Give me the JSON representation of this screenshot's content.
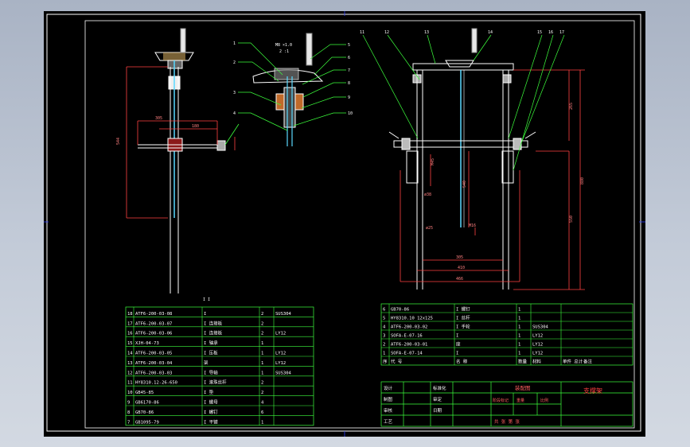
{
  "colors": {
    "frame": "#ffffff",
    "dim": "#ff3b3b",
    "leader": "#3cff3c",
    "table": "#3cff3c",
    "text": "#ffffff",
    "handle": "#ffff66",
    "part": "#ffffff",
    "shaft": "#5ad9ff"
  },
  "front_view": {
    "dims": [
      "305",
      "180",
      "544"
    ],
    "title_mark": "I I"
  },
  "detail_view": {
    "top_label": "M8 ×1.0",
    "sub_label": "2 :1",
    "callouts_left": [
      "1",
      "2",
      "3",
      "4"
    ],
    "callouts_right": [
      "5",
      "6",
      "7",
      "8",
      "9",
      "10"
    ]
  },
  "side_view": {
    "callouts": [
      "11",
      "12",
      "13",
      "14",
      "15",
      "16",
      "17"
    ],
    "dims": [
      "M45",
      "ø38",
      "ø25",
      "540",
      "305",
      "410",
      "466",
      "M16",
      "265",
      "880",
      "550"
    ]
  },
  "bom_left": {
    "rows": [
      {
        "no": "18",
        "code": "ATF6-200-03-08",
        "name": "I",
        "qty": "2",
        "mat": "SUS304"
      },
      {
        "no": "17",
        "code": "ATF6-200-03-07",
        "name": "I 连接板",
        "qty": "2",
        "mat": ""
      },
      {
        "no": "16",
        "code": "ATF6-200-03-06",
        "name": "I 连接板",
        "qty": "2",
        "mat": "LY12"
      },
      {
        "no": "15",
        "code": "XJH-04-73",
        "name": "I 轴承",
        "qty": "1",
        "mat": ""
      },
      {
        "no": "14",
        "code": "ATF6-200-03-05",
        "name": "I 压板",
        "qty": "1",
        "mat": "LY12"
      },
      {
        "no": "13",
        "code": "ATF6-200-03-04",
        "name": "架",
        "qty": "1",
        "mat": "LY12"
      },
      {
        "no": "12",
        "code": "ATF6-200-03-03",
        "name": "I 导轴",
        "qty": "1",
        "mat": "SUS304"
      },
      {
        "no": "11",
        "code": "HY8310.12-26-650",
        "name": "I 滚珠丝杆",
        "qty": "2",
        "mat": ""
      },
      {
        "no": "10",
        "code": "GB45-85",
        "name": "I 垫",
        "qty": "2",
        "mat": ""
      },
      {
        "no": "9",
        "code": "GB6170-86",
        "name": "I 螺母",
        "qty": "4",
        "mat": ""
      },
      {
        "no": "8",
        "code": "GB70-86",
        "name": "I 螺钉",
        "qty": "6",
        "mat": ""
      },
      {
        "no": "7",
        "code": "GB1095-79",
        "name": "I 平键",
        "qty": "1",
        "mat": ""
      }
    ]
  },
  "bom_right": {
    "rows": [
      {
        "no": "6",
        "code": "GB70-86",
        "name": "I 螺钉",
        "qty": "1",
        "mat": ""
      },
      {
        "no": "5",
        "code": "HY8310.10 12x125",
        "name": "I 丝杆",
        "qty": "1",
        "mat": ""
      },
      {
        "no": "4",
        "code": "ATF6-200-03-02",
        "name": "I 手轮",
        "qty": "1",
        "mat": "SUS304"
      },
      {
        "no": "3",
        "code": "SOFA-E-07-16",
        "name": "I",
        "qty": "1",
        "mat": "LY12"
      },
      {
        "no": "2",
        "code": "ATF6-200-03-01",
        "name": "座",
        "qty": "1",
        "mat": "LY12"
      },
      {
        "no": "1",
        "code": "SOFA-E-07-14",
        "name": "I",
        "qty": "1",
        "mat": "LY12"
      }
    ],
    "header": [
      "序",
      "代 号",
      "名 称",
      "数量",
      "材料",
      "单件 总计",
      "备注"
    ]
  },
  "title_block": {
    "left_labels": [
      "设计",
      "制图",
      "审核",
      "工艺"
    ],
    "mid_labels": [
      "标准化",
      "审定",
      "日期"
    ],
    "assembly_label": "装配图",
    "scale_labels": [
      "阶段标记",
      "重量",
      "比例"
    ],
    "sheet_label": "共 张 第 张",
    "drawing_title": "支撑架"
  }
}
